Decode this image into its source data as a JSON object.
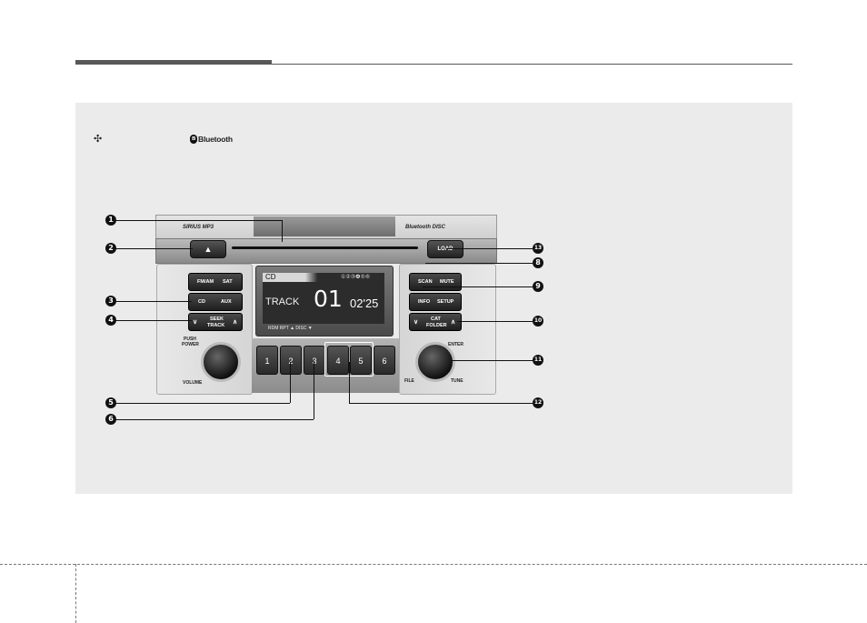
{
  "note": {
    "symbol": "✣",
    "brand": "Bluetooth"
  },
  "radio": {
    "brand_left": "SIRIUS MP3",
    "brand_right": "Bluetooth  DISC",
    "eject_label": "▲",
    "load_label": "LOAD",
    "left_buttons": {
      "fmam": "FM/AM",
      "sat": "SAT",
      "cd": "CD",
      "aux": "AUX",
      "seek_top": "SEEK",
      "seek_bottom": "TRACK",
      "push": "PUSH",
      "power": "POWER",
      "volume": "VOLUME"
    },
    "right_buttons": {
      "scan": "SCAN",
      "mute": "MUTE",
      "info": "INFO",
      "setup": "SETUP",
      "cat_top": "CAT",
      "cat_bottom": "FOLDER",
      "enter": "ENTER",
      "file": "FILE",
      "tune": "TUNE"
    },
    "display": {
      "mode": "CD",
      "discs": "①②③❹⑤⑥",
      "track_label": "TRACK",
      "track_number": "01",
      "time": "02'25",
      "bottom": "RDM    RPT    ▲ DISC ▼"
    },
    "presets": [
      "1",
      "2",
      "3",
      "4",
      "5",
      "6"
    ]
  },
  "callouts": [
    "1",
    "2",
    "3",
    "4",
    "5",
    "6",
    "8",
    "9",
    "10",
    "11",
    "12",
    "13"
  ]
}
